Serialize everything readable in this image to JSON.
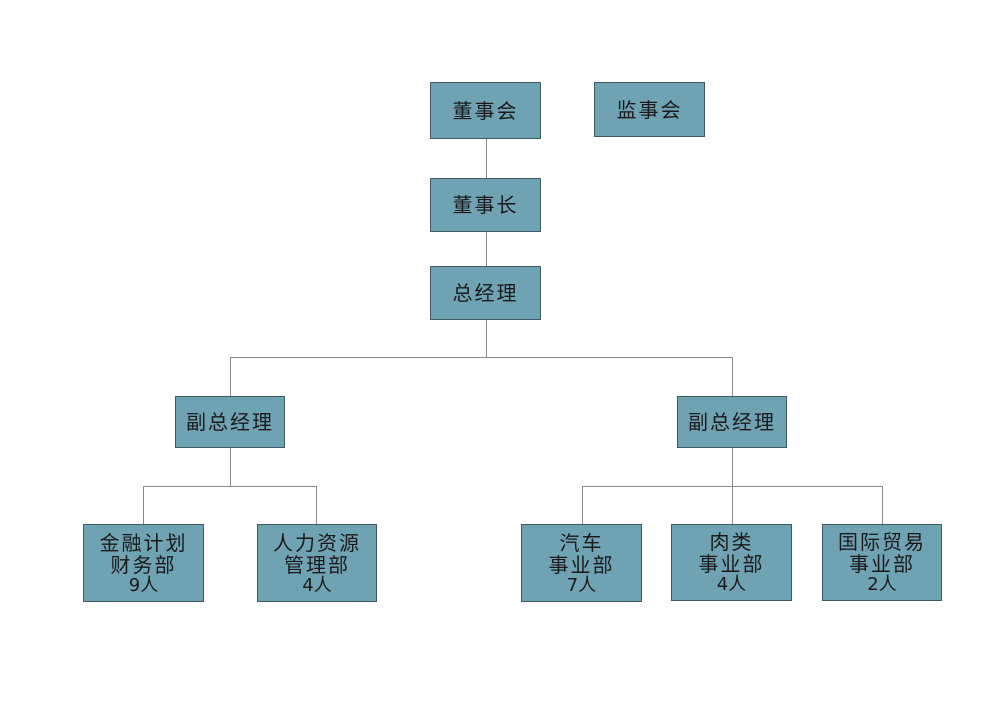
{
  "nodes": {
    "board": {
      "label": "董事会"
    },
    "supervisors": {
      "label": "监事会"
    },
    "chairman": {
      "label": "董事长"
    },
    "gm": {
      "label": "总经理"
    },
    "vgm_left": {
      "label": "副总经理"
    },
    "vgm_right": {
      "label": "副总经理"
    },
    "finance": {
      "line1": "金融计划",
      "line2": "财务部",
      "count": "9人"
    },
    "hr": {
      "line1": "人力资源",
      "line2": "管理部",
      "count": "4人"
    },
    "auto": {
      "line1": "汽车",
      "line2": "事业部",
      "count": "7人"
    },
    "meat": {
      "line1": "肉类",
      "line2": "事业部",
      "count": "4人"
    },
    "trade": {
      "line1": "国际贸易",
      "line2": "事业部",
      "count": "2人"
    }
  },
  "colors": {
    "box": "#6fa3b3",
    "border": "#3d5a63",
    "line": "#888888"
  }
}
